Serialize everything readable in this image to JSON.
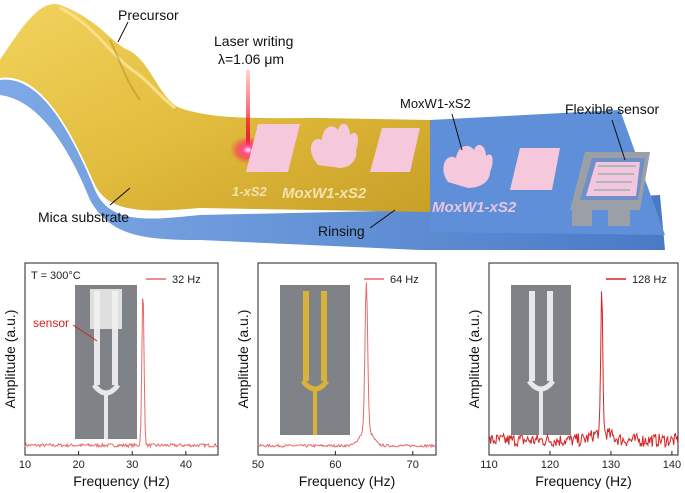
{
  "diagram": {
    "precursor": "Precursor",
    "laser_line1": "Laser writing",
    "laser_line2": "λ=1.06 μm",
    "alloy_mid": "MoxW1-xS2",
    "flexible_sensor": "Flexible sensor",
    "mica_substrate": "Mica substrate",
    "rinsing": "Rinsing",
    "film_text_left": "1-xS2",
    "film_text_mid": "MoxW1-xS2",
    "film_text_right": "MoxW1-xS2",
    "colors": {
      "film": "#e5c246",
      "substrate": "#5b8fd6",
      "pattern": "#f4c4dc",
      "laser": "#e8103a"
    }
  },
  "chart_data": [
    {
      "type": "line",
      "legend": "32 Hz",
      "annotation_top": "T = 300°C",
      "annotation_sensor": "sensor",
      "xlabel": "Frequency (Hz)",
      "ylabel": "Amplitude (a.u.)",
      "xlim": [
        10,
        46
      ],
      "xticks": [
        10,
        20,
        30,
        40
      ],
      "peak_x": 32,
      "color": "#e86a6a",
      "photo": "tuning fork with sensor"
    },
    {
      "type": "line",
      "legend": "64 Hz",
      "xlabel": "Frequency (Hz)",
      "ylabel": "Amplitude (a.u.)",
      "xlim": [
        50,
        73
      ],
      "xticks": [
        50,
        60,
        70
      ],
      "peak_x": 64,
      "color": "#e86a6a",
      "photo": "golden tuning fork"
    },
    {
      "type": "line",
      "legend": "128 Hz",
      "xlabel": "Frequency (Hz)",
      "ylabel": "Amplitude (a.u.)",
      "xlim": [
        110,
        141
      ],
      "xticks": [
        110,
        120,
        130,
        140
      ],
      "peak_x": 128.5,
      "color": "#d42424",
      "photo": "silver tuning fork"
    }
  ]
}
